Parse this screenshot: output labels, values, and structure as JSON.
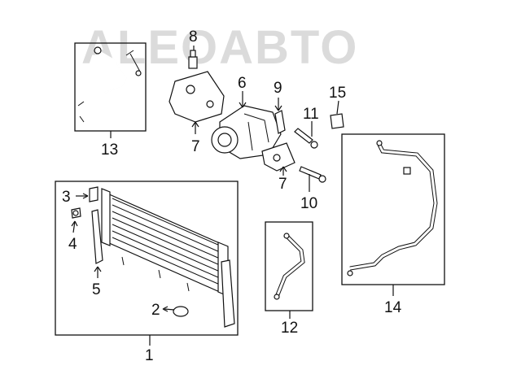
{
  "watermark": {
    "text": "ALEOABTO",
    "color": "#bfbfbf"
  },
  "diagram": {
    "title": "",
    "callouts": [
      {
        "id": "c1",
        "label": "1"
      },
      {
        "id": "c2",
        "label": "2"
      },
      {
        "id": "c3",
        "label": "3"
      },
      {
        "id": "c4",
        "label": "4"
      },
      {
        "id": "c5",
        "label": "5"
      },
      {
        "id": "c6",
        "label": "6"
      },
      {
        "id": "c7a",
        "label": "7"
      },
      {
        "id": "c7b",
        "label": "7"
      },
      {
        "id": "c8",
        "label": "8"
      },
      {
        "id": "c9",
        "label": "9"
      },
      {
        "id": "c10",
        "label": "10"
      },
      {
        "id": "c11",
        "label": "11"
      },
      {
        "id": "c12",
        "label": "12"
      },
      {
        "id": "c13",
        "label": "13"
      },
      {
        "id": "c14",
        "label": "14"
      },
      {
        "id": "c15",
        "label": "15"
      }
    ],
    "parts": [
      {
        "id": "condenser",
        "icon": "condenser-icon"
      },
      {
        "id": "compressor",
        "icon": "compressor-icon"
      },
      {
        "id": "discharge-hose",
        "icon": "hose-icon"
      },
      {
        "id": "liquid-line",
        "icon": "pipe-icon"
      },
      {
        "id": "suction-hose",
        "icon": "hose-icon"
      }
    ]
  }
}
